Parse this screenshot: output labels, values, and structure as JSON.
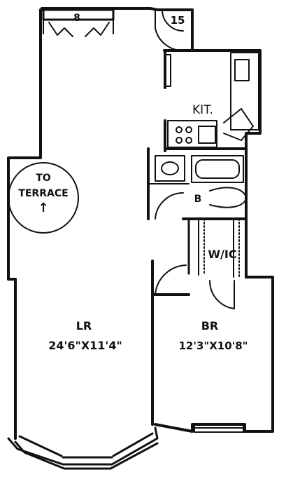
{
  "plan": {
    "unit_number": "15",
    "top_closet_label": "8",
    "kitchen_label": "KIT.",
    "bath_label": "B",
    "walkin_closet_label": "W/IC",
    "terrace_label_line1": "TO",
    "terrace_label_line2": "TERRACE",
    "terrace_arrow": "↑",
    "living_room_label": "LR",
    "living_room_dimensions": "24'6\"X11'4\"",
    "bedroom_label": "BR",
    "bedroom_dimensions": "12'3\"X10'8\""
  }
}
